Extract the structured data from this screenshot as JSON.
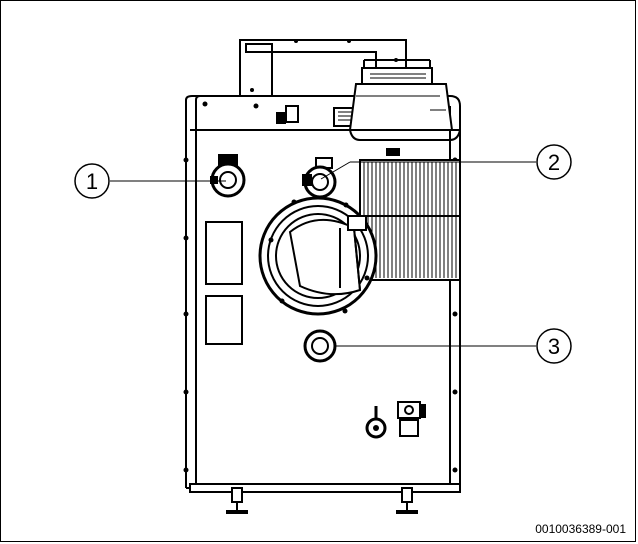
{
  "callouts": [
    {
      "label": "1"
    },
    {
      "label": "2"
    },
    {
      "label": "3"
    }
  ],
  "figure_id": "0010036389-001"
}
